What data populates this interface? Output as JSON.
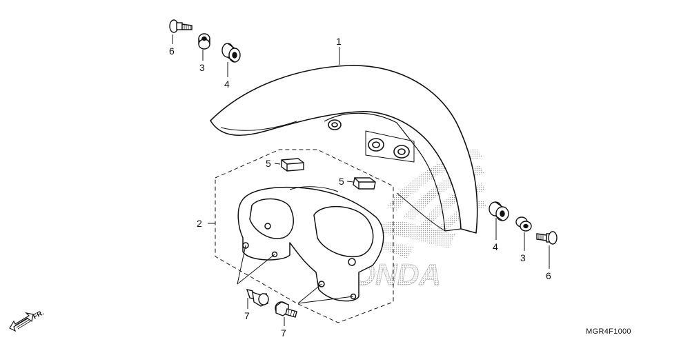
{
  "diagram": {
    "code": "MGR4F1000",
    "direction_label": "FR.",
    "watermark_text": "HONDA",
    "callouts": [
      {
        "id": "c1",
        "label": "1"
      },
      {
        "id": "c2",
        "label": "2"
      },
      {
        "id": "c3a",
        "label": "3"
      },
      {
        "id": "c3b",
        "label": "3"
      },
      {
        "id": "c4a",
        "label": "4"
      },
      {
        "id": "c4b",
        "label": "4"
      },
      {
        "id": "c5a",
        "label": "5"
      },
      {
        "id": "c5b",
        "label": "5"
      },
      {
        "id": "c6a",
        "label": "6"
      },
      {
        "id": "c6b",
        "label": "6"
      },
      {
        "id": "c7a",
        "label": "7"
      },
      {
        "id": "c7b",
        "label": "7"
      }
    ]
  },
  "colors": {
    "line": "#111111",
    "watermark": "#b8b8b8"
  }
}
